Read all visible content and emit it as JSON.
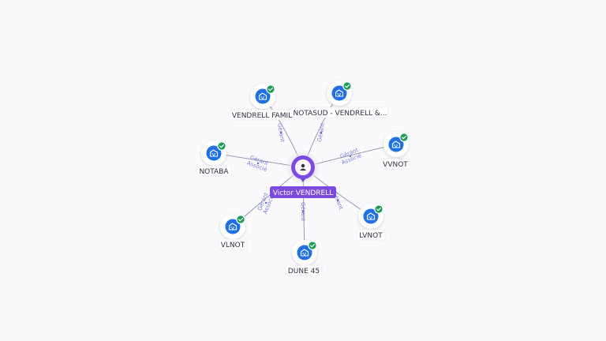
{
  "graph": {
    "center": {
      "label": "Victor VENDRELL",
      "icon": "person-icon"
    },
    "nodes": [
      {
        "id": "vendrell-famil",
        "label": "VENDRELL FAMIL",
        "icon": "company-icon",
        "verified": true,
        "edge_label": "Gérant"
      },
      {
        "id": "notasud",
        "label": "NOTASUD - VENDRELL &...",
        "icon": "company-icon",
        "verified": true,
        "edge_label": "Gérant"
      },
      {
        "id": "notaba",
        "label": "NOTABA",
        "icon": "company-icon",
        "verified": true,
        "edge_label": "Gérant Associé"
      },
      {
        "id": "vvnot",
        "label": "VVNOT",
        "icon": "company-icon",
        "verified": true,
        "edge_label": "Gérant Associé"
      },
      {
        "id": "vlnot",
        "label": "VLNOT",
        "icon": "company-icon",
        "verified": true,
        "edge_label": "Gérant Associé"
      },
      {
        "id": "lvnot",
        "label": "LVNOT",
        "icon": "company-icon",
        "verified": true,
        "edge_label": "Gérant"
      },
      {
        "id": "dune45",
        "label": "DUNE 45",
        "icon": "company-icon",
        "verified": true,
        "edge_label": "Gérant"
      }
    ],
    "colors": {
      "center": "#7b4be0",
      "company": "#1f6fe5",
      "verified": "#1e9b57",
      "edge_label": "#7d7de0"
    }
  }
}
